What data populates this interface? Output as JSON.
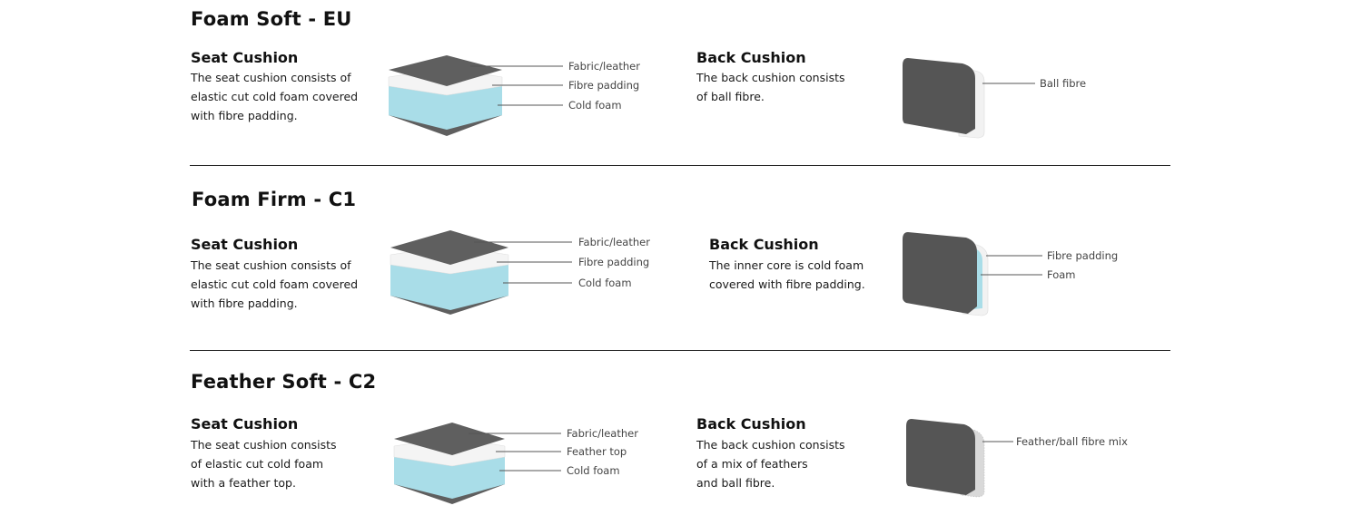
{
  "colors": {
    "fabric": "#5f5f5f",
    "foam": "#a9dde8",
    "fibre": "#f4f4f4",
    "back_shell": "#555555",
    "feather_mix": "#d9d9d9",
    "divider": "#222222"
  },
  "sections": [
    {
      "title": "Foam Soft - EU",
      "seat": {
        "heading": "Seat Cushion",
        "lines": [
          "The seat cushion consists of",
          "elastic cut cold foam covered",
          "with fibre padding."
        ],
        "labels": [
          "Fabric/leather",
          "Fibre padding",
          "Cold foam"
        ]
      },
      "back": {
        "heading": "Back Cushion",
        "lines": [
          "The back cushion consists",
          "of ball fibre."
        ],
        "labels": [
          "Ball fibre"
        ]
      }
    },
    {
      "title": "Foam Firm - C1",
      "seat": {
        "heading": "Seat Cushion",
        "lines": [
          "The seat cushion consists of",
          "elastic cut cold foam covered",
          "with fibre padding."
        ],
        "labels": [
          "Fabric/leather",
          "Fibre padding",
          "Cold foam"
        ]
      },
      "back": {
        "heading": "Back Cushion",
        "lines": [
          "The inner core is cold foam",
          "covered with fibre padding."
        ],
        "labels": [
          "Fibre padding",
          "Foam"
        ]
      }
    },
    {
      "title": "Feather Soft - C2",
      "seat": {
        "heading": "Seat Cushion",
        "lines": [
          "The seat cushion consists",
          "of elastic cut cold foam",
          "with a feather top."
        ],
        "labels": [
          "Fabric/leather",
          "Feather top",
          "Cold foam"
        ]
      },
      "back": {
        "heading": "Back Cushion",
        "lines": [
          "The back cushion consists",
          "of a mix of feathers",
          "and ball fibre."
        ],
        "labels": [
          "Feather/ball fibre mix"
        ]
      }
    }
  ]
}
